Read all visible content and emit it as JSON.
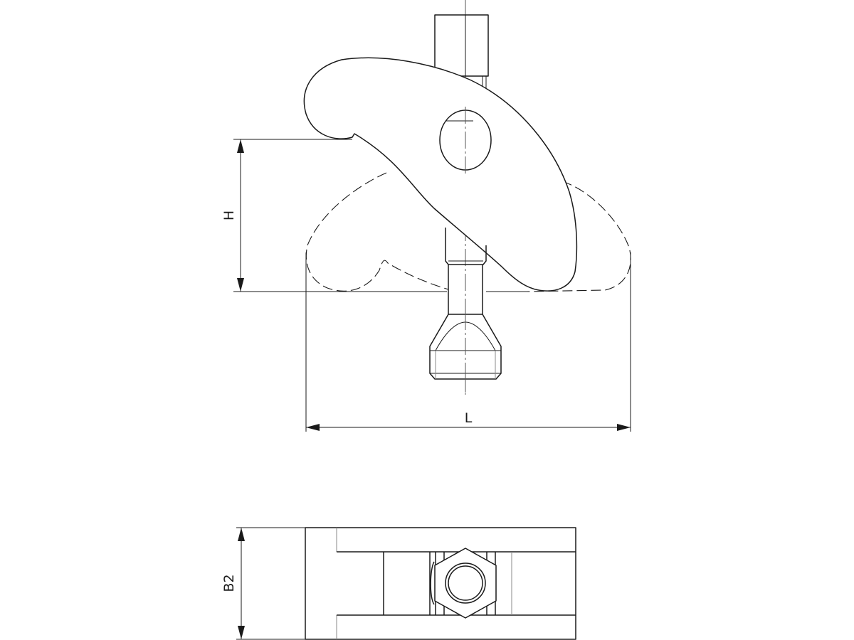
{
  "drawing": {
    "type": "technical-drawing",
    "subject": "clamp with swivel arm and threaded bolt",
    "views": [
      {
        "name": "front-view",
        "description": "side elevation showing clamp arm, phantom alternate position, threaded stud and swivel foot"
      },
      {
        "name": "top-view",
        "description": "plan view of clamp body with hex nut"
      }
    ],
    "dimensions": {
      "height_label": "H",
      "length_label": "L",
      "width_label": "B2"
    },
    "colors": {
      "line": "#1a1a1a",
      "background": "#ffffff",
      "hidden_line": "#8a8a8a"
    }
  }
}
